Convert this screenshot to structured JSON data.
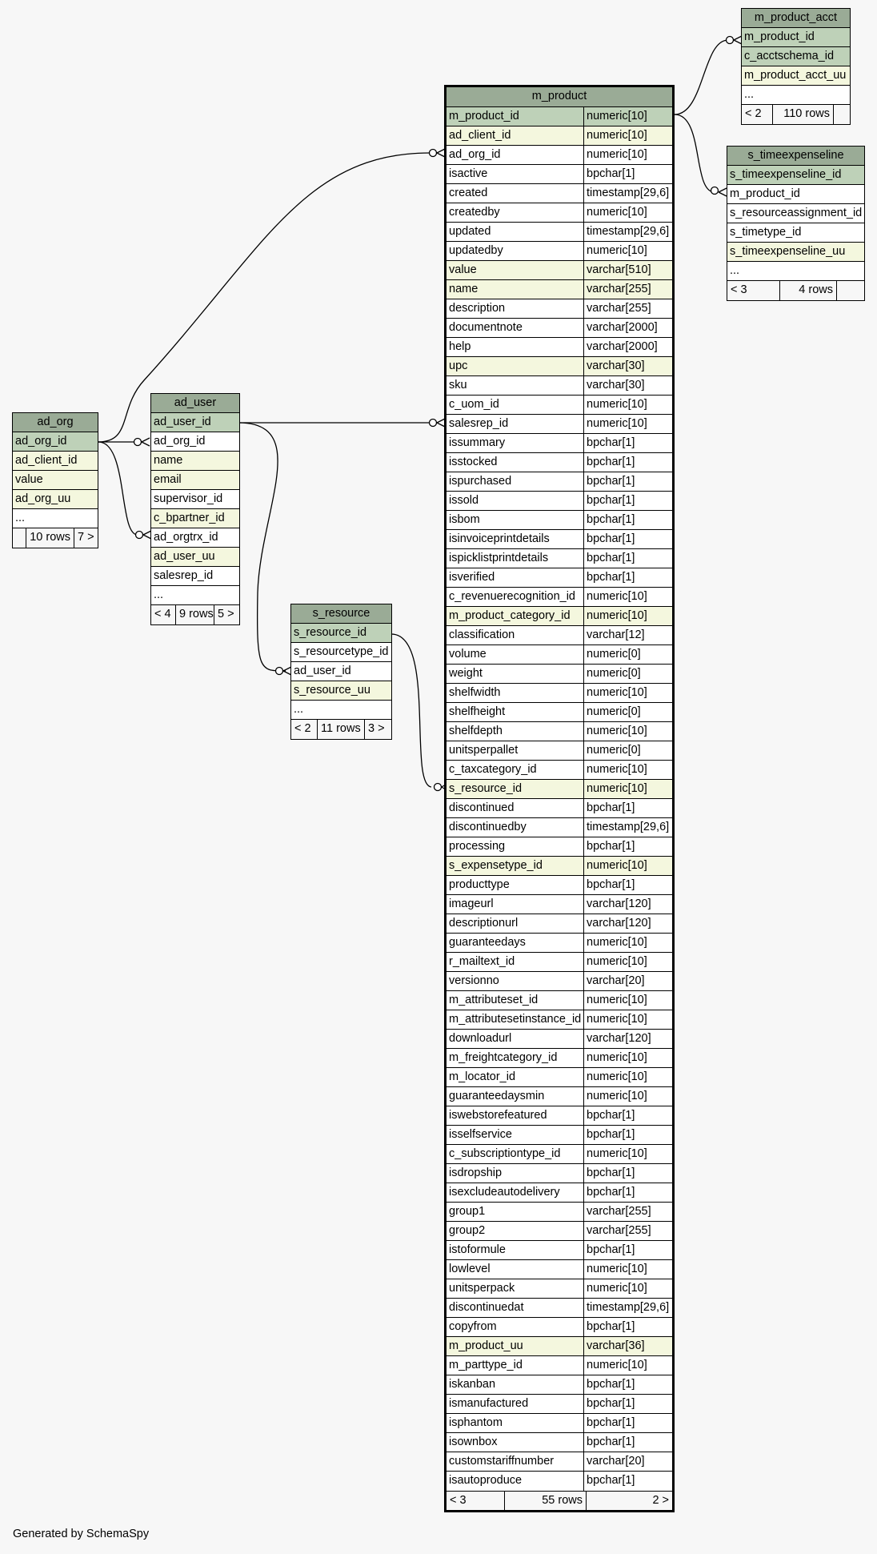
{
  "tables": [
    {
      "name": "m_product_acct",
      "columns": [
        {
          "name": "m_product_id",
          "style": "pk"
        },
        {
          "name": "c_acctschema_id",
          "style": "pk"
        },
        {
          "name": "m_product_acct_uu",
          "style": "hl"
        },
        {
          "name": "...",
          "style": ""
        }
      ],
      "footer": [
        "< 2",
        "110 rows",
        ""
      ]
    },
    {
      "name": "s_timeexpenseline",
      "columns": [
        {
          "name": "s_timeexpenseline_id",
          "style": "pk"
        },
        {
          "name": "m_product_id",
          "style": ""
        },
        {
          "name": "s_resourceassignment_id",
          "style": ""
        },
        {
          "name": "s_timetype_id",
          "style": ""
        },
        {
          "name": "s_timeexpenseline_uu",
          "style": "hl"
        },
        {
          "name": "...",
          "style": ""
        }
      ],
      "footer": [
        "< 3",
        "4 rows",
        ""
      ]
    },
    {
      "name": "ad_org",
      "columns": [
        {
          "name": "ad_org_id",
          "style": "pk"
        },
        {
          "name": "ad_client_id",
          "style": "hl"
        },
        {
          "name": "value",
          "style": "hl"
        },
        {
          "name": "ad_org_uu",
          "style": "hl"
        },
        {
          "name": "...",
          "style": ""
        }
      ],
      "footer": [
        "",
        "10 rows",
        "7 >"
      ]
    },
    {
      "name": "ad_user",
      "columns": [
        {
          "name": "ad_user_id",
          "style": "pk"
        },
        {
          "name": "ad_org_id",
          "style": ""
        },
        {
          "name": "name",
          "style": "hl"
        },
        {
          "name": "email",
          "style": "hl"
        },
        {
          "name": "supervisor_id",
          "style": ""
        },
        {
          "name": "c_bpartner_id",
          "style": "hl"
        },
        {
          "name": "ad_orgtrx_id",
          "style": ""
        },
        {
          "name": "ad_user_uu",
          "style": "hl"
        },
        {
          "name": "salesrep_id",
          "style": ""
        },
        {
          "name": "...",
          "style": ""
        }
      ],
      "footer": [
        "< 4",
        "9 rows",
        "5 >"
      ]
    },
    {
      "name": "s_resource",
      "columns": [
        {
          "name": "s_resource_id",
          "style": "pk"
        },
        {
          "name": "s_resourcetype_id",
          "style": ""
        },
        {
          "name": "ad_user_id",
          "style": ""
        },
        {
          "name": "s_resource_uu",
          "style": "hl"
        },
        {
          "name": "...",
          "style": ""
        }
      ],
      "footer": [
        "< 2",
        "11 rows",
        "3 >"
      ]
    },
    {
      "name": "m_product",
      "columns": [
        {
          "name": "m_product_id",
          "type": "numeric[10]",
          "style": "pk"
        },
        {
          "name": "ad_client_id",
          "type": "numeric[10]",
          "style": "hl"
        },
        {
          "name": "ad_org_id",
          "type": "numeric[10]",
          "style": ""
        },
        {
          "name": "isactive",
          "type": "bpchar[1]",
          "style": ""
        },
        {
          "name": "created",
          "type": "timestamp[29,6]",
          "style": ""
        },
        {
          "name": "createdby",
          "type": "numeric[10]",
          "style": ""
        },
        {
          "name": "updated",
          "type": "timestamp[29,6]",
          "style": ""
        },
        {
          "name": "updatedby",
          "type": "numeric[10]",
          "style": ""
        },
        {
          "name": "value",
          "type": "varchar[510]",
          "style": "hl"
        },
        {
          "name": "name",
          "type": "varchar[255]",
          "style": "hl"
        },
        {
          "name": "description",
          "type": "varchar[255]",
          "style": ""
        },
        {
          "name": "documentnote",
          "type": "varchar[2000]",
          "style": ""
        },
        {
          "name": "help",
          "type": "varchar[2000]",
          "style": ""
        },
        {
          "name": "upc",
          "type": "varchar[30]",
          "style": "hl"
        },
        {
          "name": "sku",
          "type": "varchar[30]",
          "style": ""
        },
        {
          "name": "c_uom_id",
          "type": "numeric[10]",
          "style": ""
        },
        {
          "name": "salesrep_id",
          "type": "numeric[10]",
          "style": ""
        },
        {
          "name": "issummary",
          "type": "bpchar[1]",
          "style": ""
        },
        {
          "name": "isstocked",
          "type": "bpchar[1]",
          "style": ""
        },
        {
          "name": "ispurchased",
          "type": "bpchar[1]",
          "style": ""
        },
        {
          "name": "issold",
          "type": "bpchar[1]",
          "style": ""
        },
        {
          "name": "isbom",
          "type": "bpchar[1]",
          "style": ""
        },
        {
          "name": "isinvoiceprintdetails",
          "type": "bpchar[1]",
          "style": ""
        },
        {
          "name": "ispicklistprintdetails",
          "type": "bpchar[1]",
          "style": ""
        },
        {
          "name": "isverified",
          "type": "bpchar[1]",
          "style": ""
        },
        {
          "name": "c_revenuerecognition_id",
          "type": "numeric[10]",
          "style": ""
        },
        {
          "name": "m_product_category_id",
          "type": "numeric[10]",
          "style": "hl"
        },
        {
          "name": "classification",
          "type": "varchar[12]",
          "style": ""
        },
        {
          "name": "volume",
          "type": "numeric[0]",
          "style": ""
        },
        {
          "name": "weight",
          "type": "numeric[0]",
          "style": ""
        },
        {
          "name": "shelfwidth",
          "type": "numeric[10]",
          "style": ""
        },
        {
          "name": "shelfheight",
          "type": "numeric[0]",
          "style": ""
        },
        {
          "name": "shelfdepth",
          "type": "numeric[10]",
          "style": ""
        },
        {
          "name": "unitsperpallet",
          "type": "numeric[0]",
          "style": ""
        },
        {
          "name": "c_taxcategory_id",
          "type": "numeric[10]",
          "style": ""
        },
        {
          "name": "s_resource_id",
          "type": "numeric[10]",
          "style": "hl"
        },
        {
          "name": "discontinued",
          "type": "bpchar[1]",
          "style": ""
        },
        {
          "name": "discontinuedby",
          "type": "timestamp[29,6]",
          "style": ""
        },
        {
          "name": "processing",
          "type": "bpchar[1]",
          "style": ""
        },
        {
          "name": "s_expensetype_id",
          "type": "numeric[10]",
          "style": "hl"
        },
        {
          "name": "producttype",
          "type": "bpchar[1]",
          "style": ""
        },
        {
          "name": "imageurl",
          "type": "varchar[120]",
          "style": ""
        },
        {
          "name": "descriptionurl",
          "type": "varchar[120]",
          "style": ""
        },
        {
          "name": "guaranteedays",
          "type": "numeric[10]",
          "style": ""
        },
        {
          "name": "r_mailtext_id",
          "type": "numeric[10]",
          "style": ""
        },
        {
          "name": "versionno",
          "type": "varchar[20]",
          "style": ""
        },
        {
          "name": "m_attributeset_id",
          "type": "numeric[10]",
          "style": ""
        },
        {
          "name": "m_attributesetinstance_id",
          "type": "numeric[10]",
          "style": ""
        },
        {
          "name": "downloadurl",
          "type": "varchar[120]",
          "style": ""
        },
        {
          "name": "m_freightcategory_id",
          "type": "numeric[10]",
          "style": ""
        },
        {
          "name": "m_locator_id",
          "type": "numeric[10]",
          "style": ""
        },
        {
          "name": "guaranteedaysmin",
          "type": "numeric[10]",
          "style": ""
        },
        {
          "name": "iswebstorefeatured",
          "type": "bpchar[1]",
          "style": ""
        },
        {
          "name": "isselfservice",
          "type": "bpchar[1]",
          "style": ""
        },
        {
          "name": "c_subscriptiontype_id",
          "type": "numeric[10]",
          "style": ""
        },
        {
          "name": "isdropship",
          "type": "bpchar[1]",
          "style": ""
        },
        {
          "name": "isexcludeautodelivery",
          "type": "bpchar[1]",
          "style": ""
        },
        {
          "name": "group1",
          "type": "varchar[255]",
          "style": ""
        },
        {
          "name": "group2",
          "type": "varchar[255]",
          "style": ""
        },
        {
          "name": "istoformule",
          "type": "bpchar[1]",
          "style": ""
        },
        {
          "name": "lowlevel",
          "type": "numeric[10]",
          "style": ""
        },
        {
          "name": "unitsperpack",
          "type": "numeric[10]",
          "style": ""
        },
        {
          "name": "discontinuedat",
          "type": "timestamp[29,6]",
          "style": ""
        },
        {
          "name": "copyfrom",
          "type": "bpchar[1]",
          "style": ""
        },
        {
          "name": "m_product_uu",
          "type": "varchar[36]",
          "style": "hl"
        },
        {
          "name": "m_parttype_id",
          "type": "numeric[10]",
          "style": ""
        },
        {
          "name": "iskanban",
          "type": "bpchar[1]",
          "style": ""
        },
        {
          "name": "ismanufactured",
          "type": "bpchar[1]",
          "style": ""
        },
        {
          "name": "isphantom",
          "type": "bpchar[1]",
          "style": ""
        },
        {
          "name": "isownbox",
          "type": "bpchar[1]",
          "style": ""
        },
        {
          "name": "customstariffnumber",
          "type": "varchar[20]",
          "style": ""
        },
        {
          "name": "isautoproduce",
          "type": "bpchar[1]",
          "style": ""
        }
      ],
      "footer": [
        "< 3",
        "55 rows",
        "2 >"
      ]
    }
  ],
  "generated_by": "Generated by SchemaSpy",
  "colors": {
    "background": "#f7f7f7",
    "header": "#9aab96",
    "primary_key": "#bed1b8",
    "highlighted": "#f4f7de"
  }
}
